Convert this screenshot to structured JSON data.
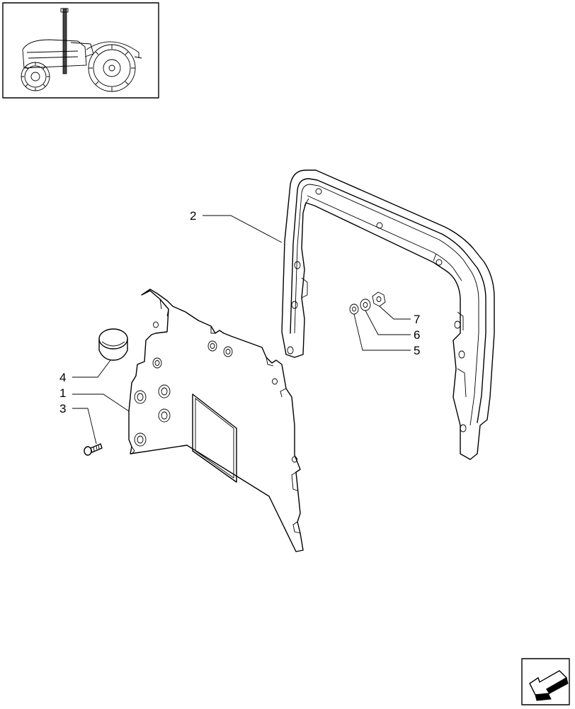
{
  "callouts": [
    {
      "id": "1",
      "text": "1"
    },
    {
      "id": "2",
      "text": "2"
    },
    {
      "id": "3",
      "text": "3"
    },
    {
      "id": "4",
      "text": "4"
    },
    {
      "id": "5",
      "text": "5"
    },
    {
      "id": "6",
      "text": "6"
    },
    {
      "id": "7",
      "text": "7"
    }
  ],
  "icons": {
    "thumbnail": "tractor-thumbnail-icon",
    "navigation": "next-page-arrow-icon"
  }
}
